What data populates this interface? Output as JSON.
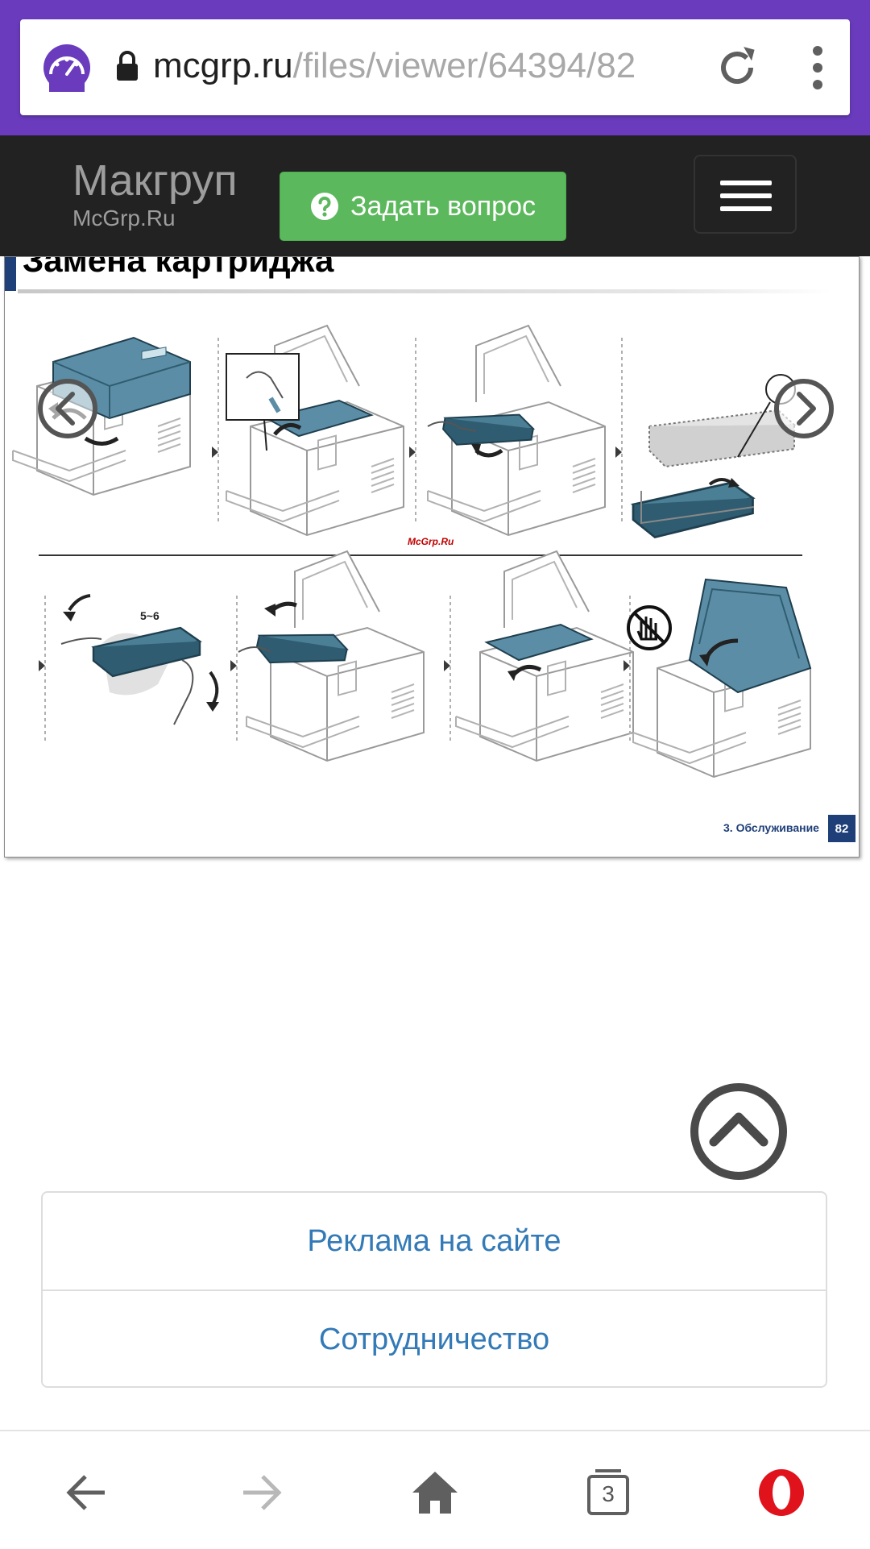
{
  "browser": {
    "url_host": "mcgrp.ru",
    "url_path": "/files/viewer/64394/82",
    "tab_count": "3",
    "colors": {
      "toolbar": "#6a3bbd",
      "opera_red": "#e0121c"
    },
    "icons": [
      "speed-dial-icon",
      "lock-icon",
      "reload-icon",
      "menu-dots-icon",
      "back-icon",
      "forward-icon",
      "home-icon",
      "tabs-icon",
      "opera-icon"
    ]
  },
  "site": {
    "brand_title": "Макгруп",
    "brand_sub": "McGrp.Ru",
    "ask_button": "Задать вопрос",
    "colors": {
      "header_bg": "#222222",
      "ask_button": "#5cb85c"
    }
  },
  "document": {
    "title": "Замена картриджа",
    "watermark": "McGrp.Ru",
    "step_label": "5~6",
    "footer_section": "3. Обслуживание",
    "page_number": "82"
  },
  "links": {
    "advertising": "Реклама на сайте",
    "cooperation": "Сотрудничество"
  }
}
